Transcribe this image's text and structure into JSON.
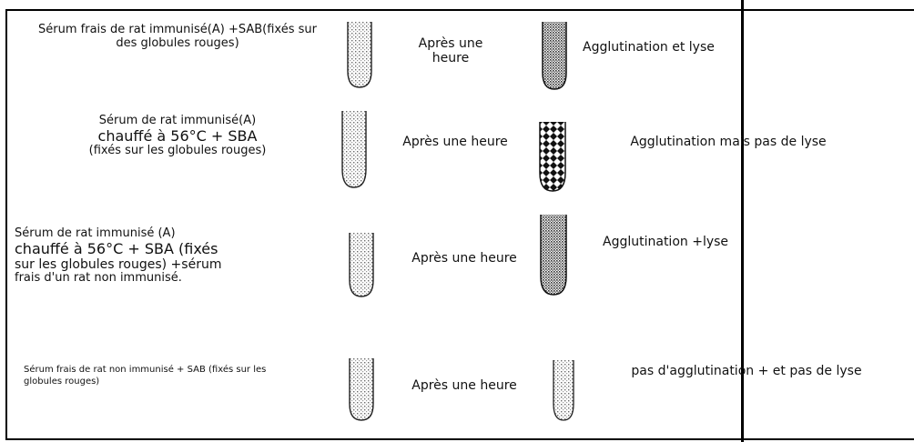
{
  "rows": [
    {
      "serum": "Sérum frais de rat immunisé(A) +SAB(fixés sur des globules rouges)",
      "time": "Après une heure",
      "result": "Agglutination et lyse",
      "after_tube": "dense"
    },
    {
      "serum_line1": "Sérum de rat immunisé(A)",
      "serum_line2": "chauffé à 56°C + SBA",
      "serum_line3": "(fixés sur les globules rouges)",
      "time": "Après une heure",
      "result": "Agglutination mais pas de lyse",
      "after_tube": "checker"
    },
    {
      "serum_line1": "Sérum de rat immunisé (A)",
      "serum_line2": "chauffé à 56°C + SBA (fixés",
      "serum_line3": "sur les globules rouges) +sérum",
      "serum_line4": "frais d'un rat non immunisé.",
      "time": "Après une heure",
      "result": "Agglutination +lyse",
      "after_tube": "dense"
    },
    {
      "serum": "Sérum frais de rat non immunisé + SAB (fixés sur les globules rouges)",
      "time": "Après une heure",
      "result": "pas d'agglutination + et pas de lyse",
      "after_tube": "light"
    }
  ]
}
